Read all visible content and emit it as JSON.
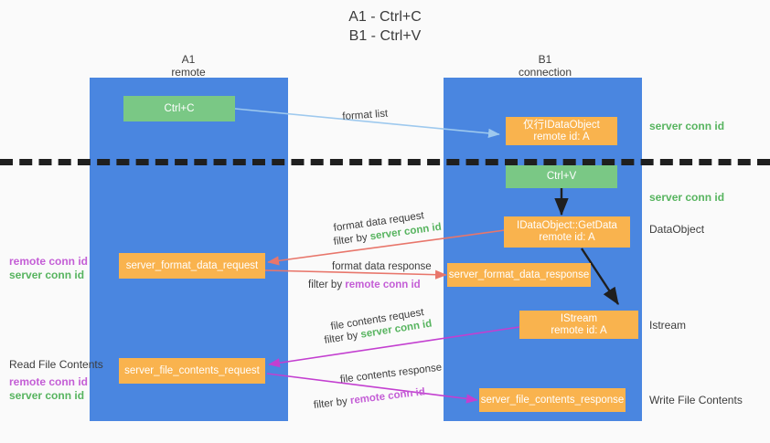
{
  "title": {
    "line1": "A1 - Ctrl+C",
    "line2": "B1 - Ctrl+V"
  },
  "columns": [
    {
      "name": "A1",
      "sub": "remote"
    },
    {
      "name": "B1",
      "sub": "connection"
    }
  ],
  "nodes": {
    "ctrl_c": "Ctrl+C",
    "ctrl_v": "Ctrl+V",
    "idataobject_title": "仅行IDataObject",
    "idataobject_sub": "remote id: A",
    "getdata_title": "IDataObject::GetData",
    "getdata_sub": "remote id: A",
    "istream_title": "IStream",
    "istream_sub": "remote id: A",
    "server_format_data_request": "server_format_data_request",
    "server_format_data_response": "server_format_data_response",
    "server_file_contents_request": "server_file_contents_request",
    "server_file_contents_response": "server_file_contents_response"
  },
  "right_labels": {
    "server_conn_id_top": "server conn id",
    "server_conn_id_mid": "server conn id",
    "dataobject": "DataObject",
    "istream": "Istream",
    "write_file_contents": "Write File Contents"
  },
  "left_labels": {
    "remote_conn_id_1": "remote conn id",
    "server_conn_id_1": "server conn id",
    "read_file_contents": "Read File Contents",
    "remote_conn_id_2": "remote conn id",
    "server_conn_id_2": "server conn id"
  },
  "edges": {
    "format_list": "format list",
    "format_data_request": "format data request",
    "filter_by": "filter by",
    "filter_server_conn_id": "server conn id",
    "format_data_response": "format data response",
    "filter_remote_conn_id": "remote conn id",
    "file_contents_request": "file contents request",
    "file_contents_response": "file contents response"
  },
  "colors": {
    "column_blue": "#4a86e0",
    "node_green": "#7ac885",
    "node_orange": "#f9b34e",
    "arrow_lightblue": "#9ec9ee",
    "arrow_red": "#e8766b",
    "arrow_magenta": "#c33fd0",
    "arrow_black": "#1f1f1f",
    "text_green": "#57b45f",
    "text_purple": "#c45ed6",
    "background": "#fafafa"
  }
}
